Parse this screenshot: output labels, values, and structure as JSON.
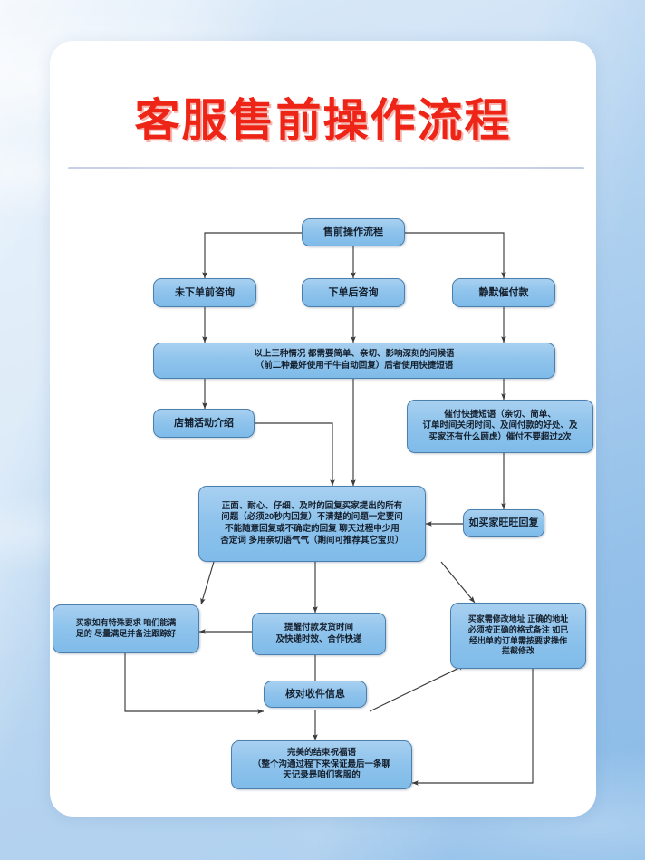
{
  "page": {
    "title": "客服售前操作流程",
    "title_color": "#ee2417",
    "card_background": "#ffffff",
    "background_color": "#9fc6ec",
    "node_fill": "#8ec3ec",
    "node_border": "#4a7fae"
  },
  "flow": {
    "type": "flowchart",
    "nodes": {
      "root": "售前操作流程",
      "pre_order": "未下单前咨询",
      "post_order": "下单后咨询",
      "silent_urge": "静默催付款",
      "greeting": "以上三种情况 都需要简单、亲切、影响深刻的问候语\n（前二种最好使用千牛自动回复）后者使用快捷短语",
      "shop_activity": "店铺活动介绍",
      "urge_phrases": "催付快捷短语（亲切、简单、\n订单时间关闭时间、及间付款的好处、及\n买家还有什么顾虑）催付不要超过2次",
      "reply_rules": "正面、耐心、仔细、及时的回复买家提出的所有\n问题（必须20秒内回复）不清楚的问题一定要问\n不能随意回复或不确定的回复 聊天过程中少用\n否定词 多用亲切语气气（期间可推荐其它宝贝）",
      "wangwang_reply": "如买家旺旺回复",
      "special_request": "买家如有特殊要求 咱们能满\n足的 尽量满足并备注跟踪好",
      "remind_payment": "提醒付款发货时间\n及快递时效、合作快递",
      "address_change": "买家需修改地址 正确的地址\n必须按正确的格式备注 如已\n经出单的订单需按要求操作\n拦截修改",
      "verify_address": "核对收件信息",
      "closing_blessing": "完美的结束祝福语\n（整个沟通过程下来保证最后一条聊\n天记录是咱们客服的"
    },
    "edges": [
      {
        "from": "root",
        "to": "pre_order"
      },
      {
        "from": "root",
        "to": "post_order"
      },
      {
        "from": "root",
        "to": "silent_urge"
      },
      {
        "from": "pre_order",
        "to": "greeting"
      },
      {
        "from": "post_order",
        "to": "greeting"
      },
      {
        "from": "silent_urge",
        "to": "greeting"
      },
      {
        "from": "greeting",
        "to": "shop_activity"
      },
      {
        "from": "greeting",
        "to": "urge_phrases"
      },
      {
        "from": "greeting",
        "to": "reply_rules"
      },
      {
        "from": "shop_activity",
        "to": "reply_rules"
      },
      {
        "from": "urge_phrases",
        "to": "wangwang_reply"
      },
      {
        "from": "wangwang_reply",
        "to": "reply_rules"
      },
      {
        "from": "reply_rules",
        "to": "special_request"
      },
      {
        "from": "reply_rules",
        "to": "remind_payment"
      },
      {
        "from": "reply_rules",
        "to": "address_change"
      },
      {
        "from": "remind_payment",
        "to": "special_request"
      },
      {
        "from": "remind_payment",
        "to": "verify_address"
      },
      {
        "from": "special_request",
        "to": "verify_address"
      },
      {
        "from": "verify_address",
        "to": "address_change"
      },
      {
        "from": "verify_address",
        "to": "closing_blessing"
      },
      {
        "from": "address_change",
        "to": "closing_blessing"
      }
    ]
  }
}
